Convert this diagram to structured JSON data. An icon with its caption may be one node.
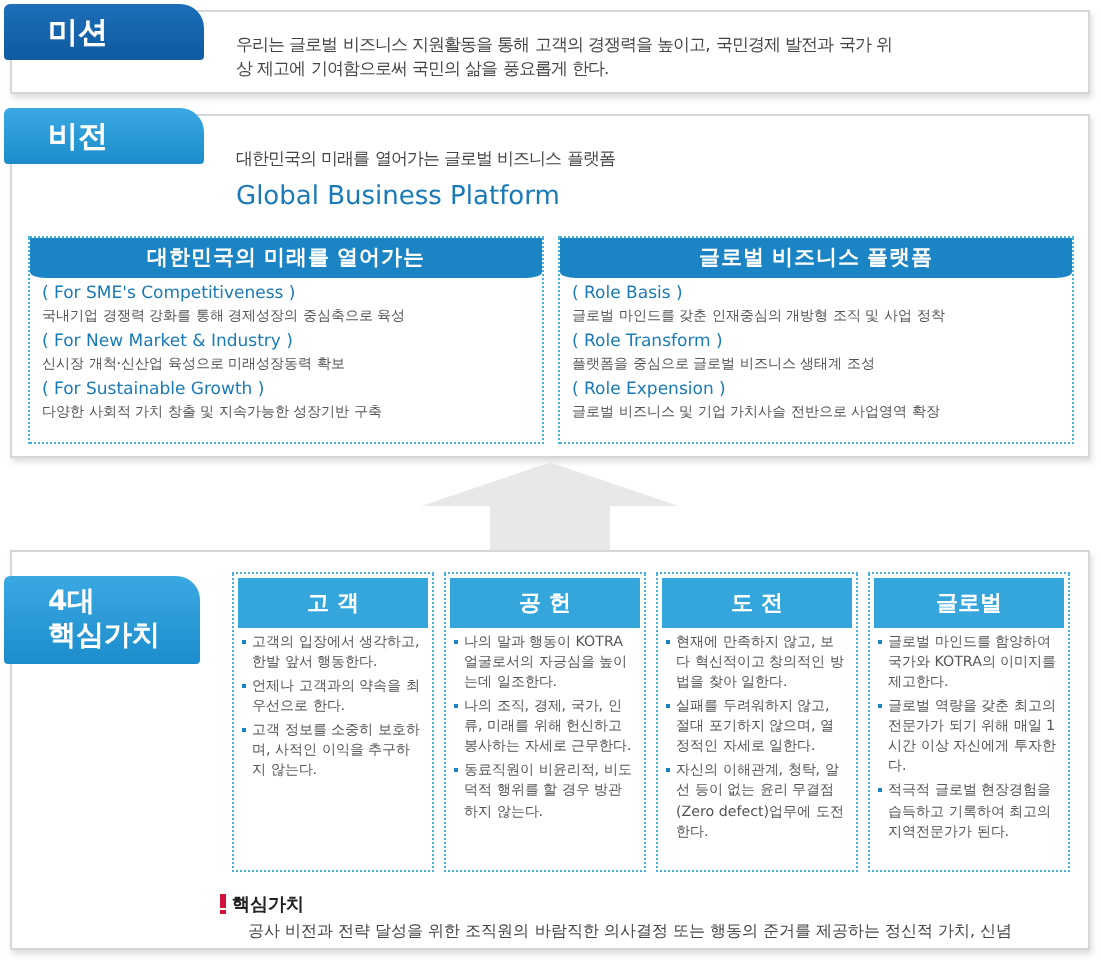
{
  "diagram": {
    "nodes": [
      {
        "text": [
          "미션",
          "우리는 글로벌 비즈니스 지원활동을 통해 고객의 경쟁력을 높이고, 국민경제 발전과 국가 위상 제고에 기여함으로써 국민의 삶을 풍요롭게 한다."
        ]
      },
      {
        "text": [
          "비전",
          "대한민국의 미래를 열어가는 글로벌 비즈니스 플랫폼",
          "Global Business Platform"
        ]
      },
      {
        "text": [
          "대한민국의 미래를 열어가는",
          "( For SME's Competitiveness )",
          "국내기업 경쟁력 강화를 통해 경제성장의 중심축으로 육성",
          "( For New Market & Industry )",
          "신시장 개척·신산업 육성으로 미래성장동력 확보",
          "( For Sustainable Growth )",
          "다양한 사회적 가치 창출 및 지속가능한 성장기반 구축"
        ],
        "in": 1
      },
      {
        "text": [
          "글로벌 비즈니스 플랫폼",
          "( Role Basis )",
          "글로벌 마인드를 갖춘 인재중심의 개방형 조직 및 사업 정착",
          "( Role Transform )",
          "플랫폼을 중심으로 글로벌 비즈니스 생태계 조성",
          "( Role Expension )",
          "글로벌 비즈니스 및 기업 가치사슬 전반으로 사업영역 확장"
        ],
        "in": 1
      },
      {
        "text": [
          "4대 핵심가치",
          "핵심가치",
          "공사 비전과 전략 달성을 위한 조직원의 바람직한 의사결정 또는 행동의 준거를 제공하는 정신적 가치, 신념"
        ]
      },
      {
        "text": [
          "고 객",
          "고객의 입장에서 생각하고, 한발 앞서 행동한다.",
          "언제나 고객과의 약속을 최우선으로 한다.",
          "고객 정보를 소중히 보호하며, 사적인 이익을 추구하지 않는다."
        ],
        "in": 4
      },
      {
        "text": [
          "공 헌",
          "나의 말과 행동이 KOTRA 얼굴로서의 자긍심을 높이는데 일조한다.",
          "나의 조직, 경제, 국가, 인류, 미래를 위해 헌신하고 봉사하는 자세로 근무한다.",
          "동료직원이 비윤리적, 비도덕적 행위를 할 경우 방관하지 않는다."
        ],
        "in": 4
      },
      {
        "text": [
          "도 전",
          "현재에 만족하지 않고, 보다 혁신적이고 창의적인 방법을 찾아 일한다.",
          "실패를 두려워하지 않고, 절대 포기하지 않으며, 열정적인 자세로 일한다.",
          "자신의 이해관계, 청탁, 알선 등이 없는 윤리 무결점 (Zero defect)업무에 도전한다."
        ],
        "in": 4
      },
      {
        "text": [
          "글로벌",
          "글로벌 마인드를 함양하여 국가와 KOTRA의 이미지를 제고한다.",
          "글로벌 역량을 갖춘 최고의 전문가가 되기 위해 매일 1시간 이상 자신에게 투자한다.",
          "적극적 글로벌 현장경험을 습득하고 기록하여 최고의 지역전문가가 된다."
        ],
        "in": 4
      }
    ],
    "edges": [
      {
        "from": 4,
        "to": 1,
        "arrow": "to"
      }
    ]
  }
}
